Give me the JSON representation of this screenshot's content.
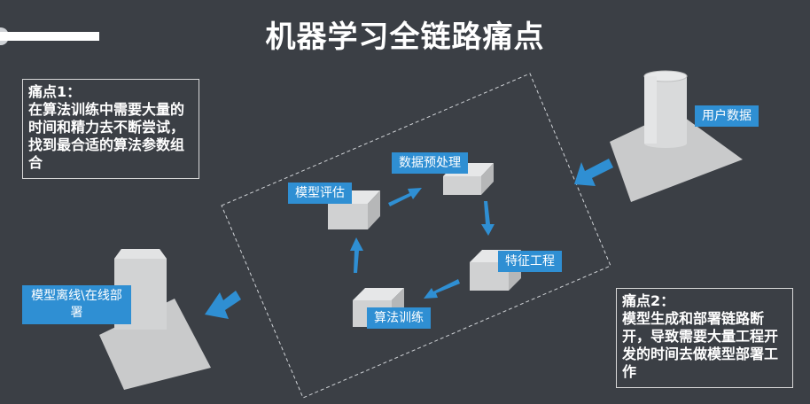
{
  "title": "机器学习全链路痛点",
  "pain_point_1": {
    "heading": "痛点1：",
    "text": "在算法训练中需要大量的时间和精力去不断尝试，找到最合适的算法参数组合"
  },
  "pain_point_2": {
    "heading": "痛点2：",
    "text": "模型生成和部署链路断开，导致需要大量工程开发的时间去做模型部署工作"
  },
  "nodes": {
    "user_data": "用户数据",
    "data_preprocessing": "数据预处理",
    "feature_engineering": "特征工程",
    "algorithm_training": "算法训练",
    "model_evaluation": "模型评估",
    "model_deploy": "模型离线\\在线部署"
  },
  "colors": {
    "background": "#3b3f45",
    "label_blue": "#2f8fd3",
    "arrow_blue": "#2f8fd3",
    "shape_gray": "#c9cacb"
  }
}
